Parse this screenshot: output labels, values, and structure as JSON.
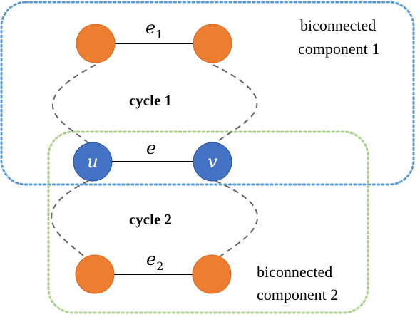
{
  "colors": {
    "orange_node_fill": "#ed7d31",
    "orange_node_stroke": "#d8691c",
    "blue_node_fill": "#4472c4",
    "blue_node_stroke": "#2f5597",
    "component1_border": "#5b9bd5",
    "component2_border": "#a9d18e",
    "cycle_dash": "#666666",
    "edge": "#000000"
  },
  "components": {
    "component1": {
      "line1": "biconnected",
      "line2": "component 1"
    },
    "component2": {
      "line1": "biconnected",
      "line2": "component 2"
    }
  },
  "cycles": {
    "cycle1": "cycle 1",
    "cycle2": "cycle 2"
  },
  "edges": {
    "e1": {
      "base": "e",
      "sub": "1"
    },
    "e": {
      "base": "e"
    },
    "e2": {
      "base": "e",
      "sub": "2"
    }
  },
  "nodes": {
    "u": "u",
    "v": "v"
  }
}
